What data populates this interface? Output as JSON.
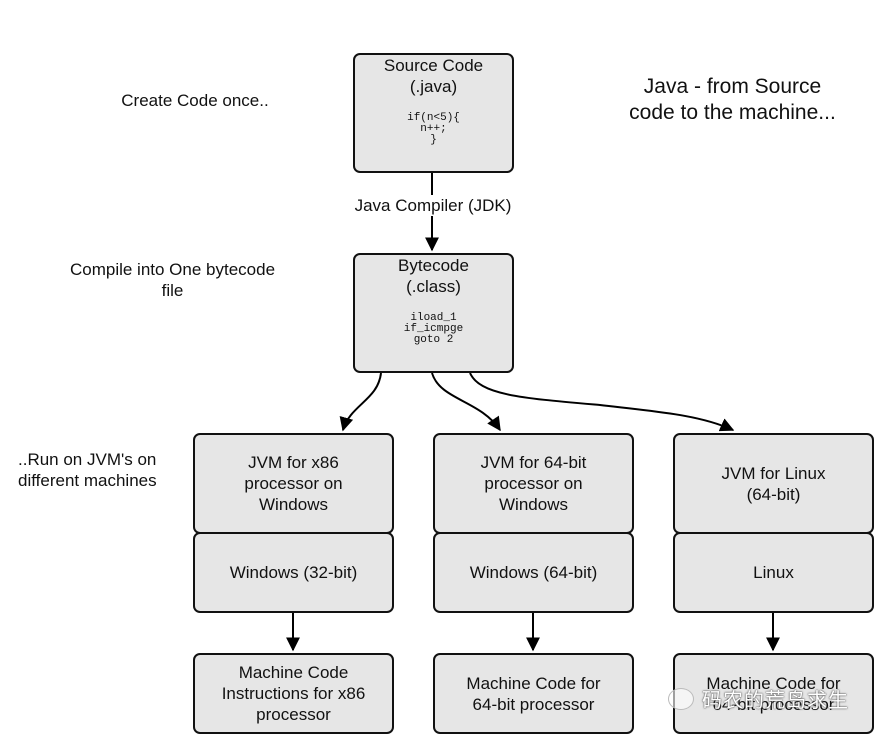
{
  "title": "Java - from Source\ncode to the machine...",
  "annotations": {
    "create": "Create Code once..",
    "compile": "Compile into One bytecode\nfile",
    "run": "..Run on JVM's on\ndifferent machines",
    "compiler_edge": "Java Compiler (JDK)"
  },
  "source_box": {
    "title": "Source Code\n(.java)",
    "code": "if(n<5){\nn++;\n}"
  },
  "bytecode_box": {
    "title": "Bytecode\n(.class)",
    "code": "iload_1\nif_icmpge\ngoto 2"
  },
  "columns": [
    {
      "jvm": "JVM for x86\nprocessor on\nWindows",
      "os": "Windows (32-bit)",
      "machine": "Machine Code\nInstructions for x86\nprocessor"
    },
    {
      "jvm": "JVM for 64-bit\nprocessor on\nWindows",
      "os": "Windows (64-bit)",
      "machine": "Machine Code for\n64-bit processor"
    },
    {
      "jvm": "JVM for Linux\n(64-bit)",
      "os": "Linux",
      "machine": "Machine Code for\n64-bit processor"
    }
  ],
  "watermark": {
    "icon": "wechat-icon",
    "text": "码农的荒岛求生"
  }
}
